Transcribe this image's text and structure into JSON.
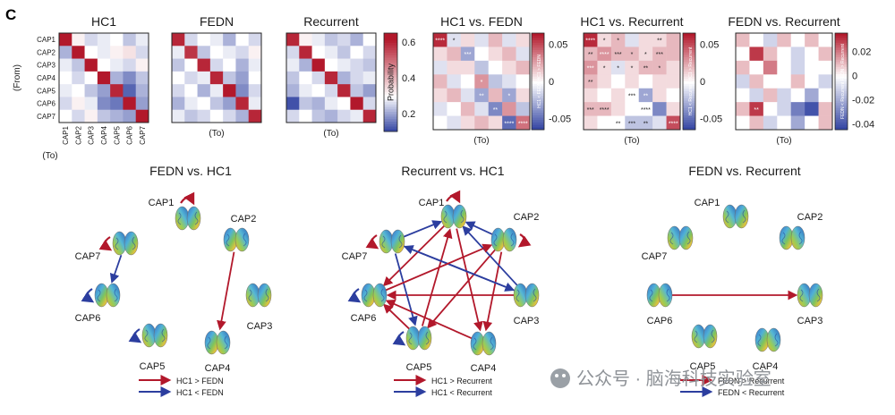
{
  "panel_letter": "C",
  "axis_from": "(From)",
  "axis_to": "(To)",
  "caps": [
    "CAP1",
    "CAP2",
    "CAP3",
    "CAP4",
    "CAP5",
    "CAP6",
    "CAP7"
  ],
  "colors": {
    "red": "#b2182b",
    "blue": "#2c3e9f",
    "white": "#ffffff"
  },
  "chart_data": [
    {
      "type": "heatmap",
      "title": "HC1",
      "rows": [
        "CAP1",
        "CAP2",
        "CAP3",
        "CAP4",
        "CAP5",
        "CAP6",
        "CAP7"
      ],
      "cols": [
        "CAP1",
        "CAP2",
        "CAP3",
        "CAP4",
        "CAP5",
        "CAP6",
        "CAP7"
      ],
      "values": [
        [
          0.62,
          0.32,
          0.26,
          0.28,
          0.3,
          0.24,
          0.28
        ],
        [
          0.22,
          0.62,
          0.3,
          0.28,
          0.32,
          0.34,
          0.26
        ],
        [
          0.28,
          0.24,
          0.62,
          0.3,
          0.28,
          0.26,
          0.32
        ],
        [
          0.3,
          0.26,
          0.3,
          0.62,
          0.22,
          0.18,
          0.24
        ],
        [
          0.28,
          0.3,
          0.24,
          0.2,
          0.6,
          0.14,
          0.22
        ],
        [
          0.26,
          0.32,
          0.28,
          0.18,
          0.16,
          0.62,
          0.2
        ],
        [
          0.3,
          0.26,
          0.32,
          0.24,
          0.22,
          0.2,
          0.62
        ]
      ],
      "show_row_labels": true,
      "show_col_labels": true
    },
    {
      "type": "heatmap",
      "title": "FEDN",
      "rows": [
        "CAP1",
        "CAP2",
        "CAP3",
        "CAP4",
        "CAP5",
        "CAP6",
        "CAP7"
      ],
      "cols": [
        "CAP1",
        "CAP2",
        "CAP3",
        "CAP4",
        "CAP5",
        "CAP6",
        "CAP7"
      ],
      "values": [
        [
          0.6,
          0.26,
          0.3,
          0.28,
          0.22,
          0.3,
          0.26
        ],
        [
          0.28,
          0.58,
          0.24,
          0.3,
          0.28,
          0.26,
          0.32
        ],
        [
          0.24,
          0.3,
          0.6,
          0.26,
          0.3,
          0.22,
          0.28
        ],
        [
          0.3,
          0.26,
          0.28,
          0.6,
          0.24,
          0.2,
          0.3
        ],
        [
          0.26,
          0.3,
          0.22,
          0.28,
          0.62,
          0.18,
          0.26
        ],
        [
          0.22,
          0.28,
          0.3,
          0.24,
          0.2,
          0.6,
          0.28
        ],
        [
          0.28,
          0.24,
          0.26,
          0.3,
          0.26,
          0.22,
          0.6
        ]
      ]
    },
    {
      "type": "heatmap",
      "title": "Recurrent",
      "rows": [
        "CAP1",
        "CAP2",
        "CAP3",
        "CAP4",
        "CAP5",
        "CAP6",
        "CAP7"
      ],
      "cols": [
        "CAP1",
        "CAP2",
        "CAP3",
        "CAP4",
        "CAP5",
        "CAP6",
        "CAP7"
      ],
      "values": [
        [
          0.6,
          0.32,
          0.28,
          0.24,
          0.26,
          0.22,
          0.3
        ],
        [
          0.26,
          0.6,
          0.3,
          0.28,
          0.24,
          0.3,
          0.26
        ],
        [
          0.28,
          0.22,
          0.62,
          0.3,
          0.28,
          0.26,
          0.24
        ],
        [
          0.24,
          0.3,
          0.26,
          0.6,
          0.22,
          0.26,
          0.28
        ],
        [
          0.22,
          0.28,
          0.3,
          0.26,
          0.6,
          0.24,
          0.2
        ],
        [
          0.12,
          0.24,
          0.22,
          0.28,
          0.3,
          0.62,
          0.26
        ],
        [
          0.26,
          0.3,
          0.24,
          0.22,
          0.26,
          0.28,
          0.6
        ]
      ],
      "colorbar": {
        "label": "Probability",
        "ticks": [
          "0.6",
          "0.4",
          "0.2"
        ],
        "tick_values": [
          0.6,
          0.4,
          0.2
        ],
        "range": [
          0.1,
          0.65
        ]
      }
    },
    {
      "type": "heatmap",
      "title": "HC1 vs. FEDN",
      "rows": [
        "CAP1",
        "CAP2",
        "CAP3",
        "CAP4",
        "CAP5",
        "CAP6",
        "CAP7"
      ],
      "cols": [
        "CAP1",
        "CAP2",
        "CAP3",
        "CAP4",
        "CAP5",
        "CAP6",
        "CAP7"
      ],
      "values": [
        [
          0.06,
          -0.01,
          0.01,
          -0.01,
          0.02,
          -0.01,
          0.01
        ],
        [
          0.01,
          0.02,
          -0.03,
          0.0,
          0.01,
          0.02,
          -0.01
        ],
        [
          -0.01,
          0.01,
          0.01,
          -0.02,
          0.0,
          0.01,
          0.02
        ],
        [
          0.02,
          -0.01,
          0.0,
          0.03,
          -0.02,
          -0.01,
          0.0
        ],
        [
          0.01,
          0.02,
          -0.01,
          -0.03,
          0.02,
          -0.03,
          0.01
        ],
        [
          -0.01,
          0.0,
          0.02,
          -0.01,
          -0.04,
          0.03,
          -0.02
        ],
        [
          0.0,
          -0.01,
          0.01,
          0.02,
          0.01,
          -0.05,
          0.04
        ]
      ],
      "stars": [
        [
          "****",
          "*",
          "",
          "",
          "",
          "",
          ""
        ],
        [
          "",
          "",
          "***",
          "",
          "",
          "",
          ""
        ],
        [
          "",
          "",
          "",
          "",
          "",
          "",
          ""
        ],
        [
          "",
          "",
          "",
          "*",
          "",
          "",
          ""
        ],
        [
          "",
          "",
          "",
          "**",
          "",
          "*",
          ""
        ],
        [
          "",
          "",
          "",
          "",
          "**",
          "",
          ""
        ],
        [
          "",
          "",
          "",
          "",
          "",
          "****",
          "****"
        ]
      ],
      "colorbar": {
        "label": "HC1 < FEDN   HC1 > FEDN",
        "ticks": [
          "0.05",
          "0",
          "-0.05"
        ],
        "tick_values": [
          0.05,
          0,
          -0.05
        ],
        "range": [
          -0.065,
          0.065
        ]
      }
    },
    {
      "type": "heatmap",
      "title": "HC1 vs. Recurrent",
      "rows": [
        "CAP1",
        "CAP2",
        "CAP3",
        "CAP4",
        "CAP5",
        "CAP6",
        "CAP7"
      ],
      "cols": [
        "CAP1",
        "CAP2",
        "CAP3",
        "CAP4",
        "CAP5",
        "CAP6",
        "CAP7"
      ],
      "values": [
        [
          0.06,
          0.01,
          0.02,
          -0.01,
          0.01,
          0.01,
          0.02
        ],
        [
          0.02,
          0.03,
          0.02,
          0.02,
          0.01,
          0.02,
          0.02
        ],
        [
          0.03,
          0.01,
          -0.01,
          0.01,
          0.02,
          0.02,
          0.01
        ],
        [
          0.02,
          0.01,
          0.0,
          0.01,
          0.0,
          0.01,
          0.01
        ],
        [
          0.01,
          0.0,
          0.01,
          0.0,
          -0.03,
          0.01,
          0.0
        ],
        [
          0.02,
          0.02,
          0.01,
          0.0,
          0.0,
          -0.04,
          0.01
        ],
        [
          0.01,
          0.0,
          0.0,
          -0.02,
          -0.02,
          -0.01,
          0.05
        ]
      ],
      "stars": [
        [
          "****",
          "*",
          "*",
          "",
          "",
          "**",
          ""
        ],
        [
          "**",
          "****",
          "***",
          "*",
          "*",
          "***",
          ""
        ],
        [
          "***",
          "*",
          "*",
          "*",
          "**",
          "*",
          ""
        ],
        [
          "**",
          "",
          "",
          "",
          "",
          "",
          ""
        ],
        [
          "",
          "",
          "",
          "***",
          "**",
          "",
          ""
        ],
        [
          "***",
          "****",
          "",
          "",
          "****",
          "",
          ""
        ],
        [
          "",
          "",
          "**",
          "***",
          "**",
          "",
          "****"
        ]
      ],
      "colorbar": {
        "label": "HC1 < Recurrent   HC1 > Recurrent",
        "ticks": [
          "0.05",
          "0",
          "-0.05"
        ],
        "tick_values": [
          0.05,
          0,
          -0.05
        ],
        "range": [
          -0.065,
          0.065
        ]
      }
    },
    {
      "type": "heatmap",
      "title": "FEDN vs. Recurrent",
      "rows": [
        "CAP1",
        "CAP2",
        "CAP3",
        "CAP4",
        "CAP5",
        "CAP6",
        "CAP7"
      ],
      "cols": [
        "CAP1",
        "CAP2",
        "CAP3",
        "CAP4",
        "CAP5",
        "CAP6",
        "CAP7"
      ],
      "values": [
        [
          0.01,
          0.0,
          -0.01,
          0.01,
          0.0,
          0.01,
          0.0
        ],
        [
          0.0,
          0.03,
          0.01,
          0.0,
          -0.01,
          0.0,
          0.01
        ],
        [
          0.01,
          0.0,
          0.02,
          0.0,
          -0.01,
          0.0,
          0.0
        ],
        [
          -0.01,
          0.01,
          0.0,
          0.0,
          0.01,
          0.0,
          -0.01
        ],
        [
          0.0,
          -0.01,
          0.01,
          -0.01,
          0.0,
          -0.02,
          0.0
        ],
        [
          0.01,
          0.03,
          0.0,
          -0.01,
          -0.03,
          -0.04,
          0.01
        ],
        [
          0.0,
          0.01,
          -0.01,
          0.0,
          -0.02,
          0.0,
          0.01
        ]
      ],
      "stars": [
        [
          "",
          "",
          "",
          "",
          "",
          "",
          ""
        ],
        [
          "",
          "",
          "",
          "",
          "",
          "",
          ""
        ],
        [
          "",
          "",
          "",
          "",
          "",
          "",
          ""
        ],
        [
          "",
          "",
          "",
          "",
          "",
          "",
          ""
        ],
        [
          "",
          "",
          "",
          "",
          "",
          "",
          ""
        ],
        [
          "",
          "**",
          "",
          "",
          "",
          "",
          ""
        ],
        [
          "",
          "",
          "",
          "",
          "",
          "",
          ""
        ]
      ],
      "colorbar": {
        "label": "FEDN < Recurrent   FEDN > Recurrent",
        "ticks": [
          "0.02",
          "0",
          "-0.02",
          "-0.04"
        ],
        "tick_values": [
          0.02,
          0,
          -0.02,
          -0.04
        ],
        "range": [
          -0.045,
          0.035
        ]
      }
    }
  ],
  "networks": [
    {
      "title": "FEDN vs. HC1",
      "edges": [
        {
          "from": "CAP2",
          "to": "CAP4",
          "dir": "HC1 > FEDN"
        },
        {
          "from": "CAP7",
          "to": "CAP6",
          "dir": "HC1 < FEDN"
        }
      ],
      "self_loops": [
        {
          "node": "CAP1",
          "dir": "HC1 > FEDN"
        },
        {
          "node": "CAP7",
          "dir": "HC1 > FEDN"
        },
        {
          "node": "CAP6",
          "dir": "HC1 < FEDN"
        },
        {
          "node": "CAP5",
          "dir": "HC1 < FEDN"
        }
      ],
      "legend": [
        "HC1 > FEDN",
        "HC1 < FEDN"
      ]
    },
    {
      "title": "Recurrent vs. HC1",
      "edges": [
        {
          "from": "CAP1",
          "to": "CAP4",
          "dir": "HC1 > Recurrent"
        },
        {
          "from": "CAP1",
          "to": "CAP6",
          "dir": "HC1 > Recurrent"
        },
        {
          "from": "CAP2",
          "to": "CAP1",
          "dir": "HC1 < Recurrent"
        },
        {
          "from": "CAP2",
          "to": "CAP5",
          "dir": "HC1 > Recurrent"
        },
        {
          "from": "CAP2",
          "to": "CAP4",
          "dir": "HC1 > Recurrent"
        },
        {
          "from": "CAP3",
          "to": "CAP6",
          "dir": "HC1 > Recurrent"
        },
        {
          "from": "CAP3",
          "to": "CAP7",
          "dir": "HC1 < Recurrent"
        },
        {
          "from": "CAP3",
          "to": "CAP1",
          "dir": "HC1 < Recurrent"
        },
        {
          "from": "CAP7",
          "to": "CAP1",
          "dir": "HC1 < Recurrent"
        },
        {
          "from": "CAP7",
          "to": "CAP5",
          "dir": "HC1 < Recurrent"
        },
        {
          "from": "CAP4",
          "to": "CAP6",
          "dir": "HC1 > Recurrent"
        },
        {
          "from": "CAP5",
          "to": "CAP1",
          "dir": "HC1 > Recurrent"
        },
        {
          "from": "CAP5",
          "to": "CAP6",
          "dir": "HC1 > Recurrent"
        },
        {
          "from": "CAP7",
          "to": "CAP3",
          "dir": "HC1 < Recurrent"
        },
        {
          "from": "CAP6",
          "to": "CAP2",
          "dir": "HC1 > Recurrent"
        }
      ],
      "self_loops": [
        {
          "node": "CAP1",
          "dir": "HC1 > Recurrent"
        },
        {
          "node": "CAP2",
          "dir": "HC1 > Recurrent"
        },
        {
          "node": "CAP7",
          "dir": "HC1 > Recurrent"
        },
        {
          "node": "CAP6",
          "dir": "HC1 < Recurrent"
        },
        {
          "node": "CAP5",
          "dir": "HC1 < Recurrent"
        }
      ],
      "legend": [
        "HC1 > Recurrent",
        "HC1 < Recurrent"
      ]
    },
    {
      "title": "FEDN vs. Recurrent",
      "edges": [
        {
          "from": "CAP6",
          "to": "CAP3",
          "dir": "FEDN > Recurrent"
        }
      ],
      "self_loops": [],
      "legend": [
        "FEDN > Recurrent",
        "FEDN < Recurrent"
      ]
    }
  ],
  "watermark": "公众号 · 脑海科技实验室"
}
